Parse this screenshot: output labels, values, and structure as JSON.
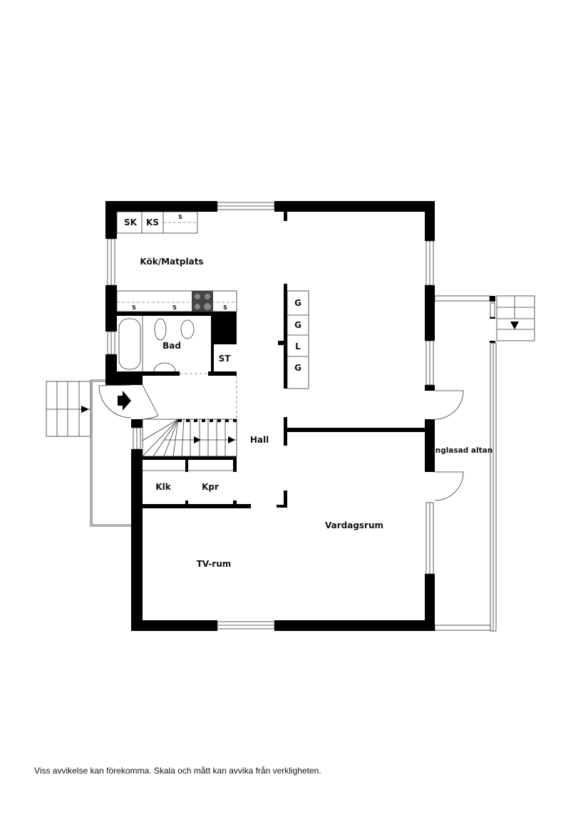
{
  "rooms": {
    "kitchen": "Kök/Matplats",
    "bath": "Bad",
    "hall": "Hall",
    "closet": "Klk",
    "wardrobe": "Kpr",
    "living": "Vardagsrum",
    "tv": "TV-rum",
    "glazed_porch": "Inglasad altan"
  },
  "fixtures": {
    "fridge": "SK",
    "freezer": "KS",
    "cabinet_s": "S",
    "linen": "ST",
    "wardrobe_g": "G",
    "wardrobe_l": "L"
  },
  "disclaimer": "Viss avvikelse kan förekomma. Skala och mått kan avvika från verkligheten."
}
